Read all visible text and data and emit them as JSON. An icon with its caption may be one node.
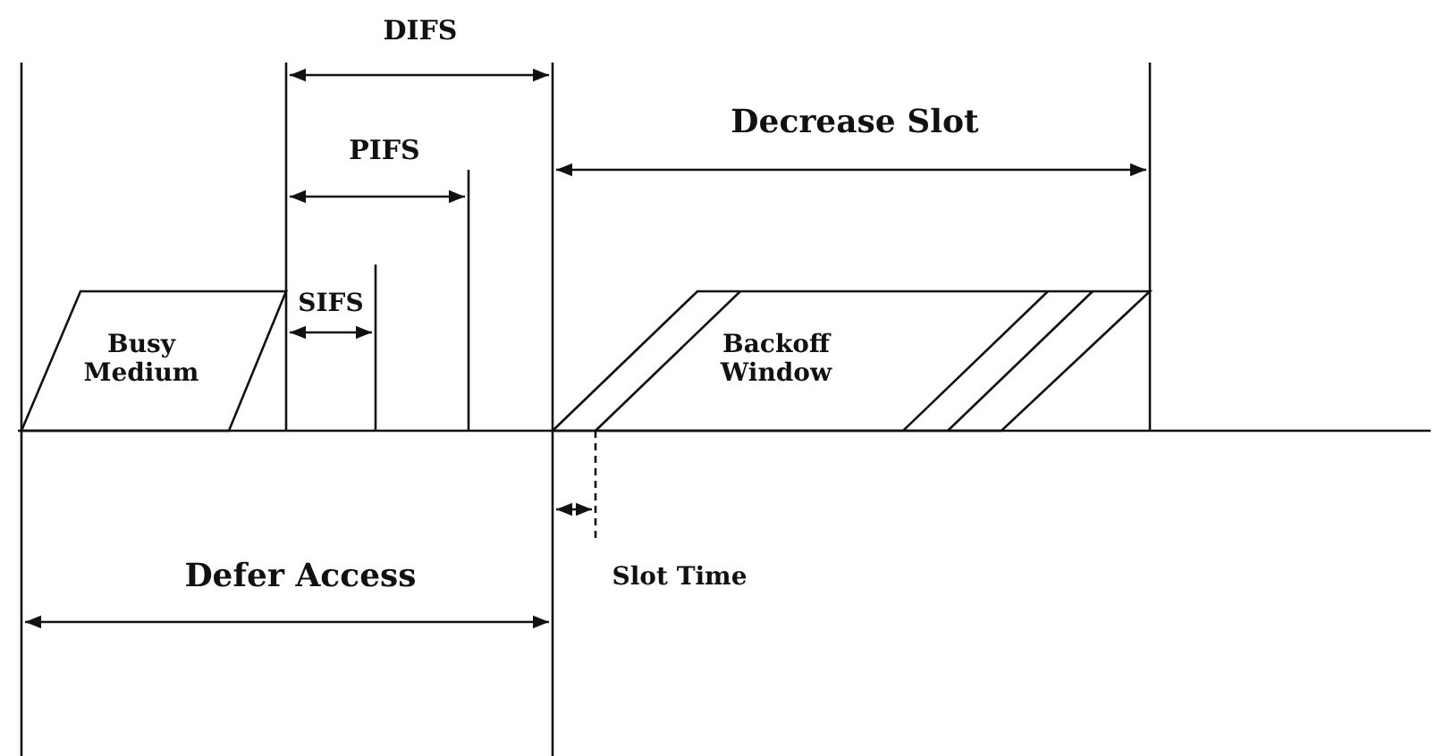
{
  "diagram": {
    "nodes": [
      {
        "text": [
          "Busy Medium"
        ]
      },
      {
        "text": [
          "Backoff Window"
        ]
      }
    ],
    "edges": [],
    "labels": [
      "DIFS",
      "Decrease Slot",
      "PIFS",
      "SIFS",
      "Slot Time",
      "Defer Access"
    ]
  }
}
